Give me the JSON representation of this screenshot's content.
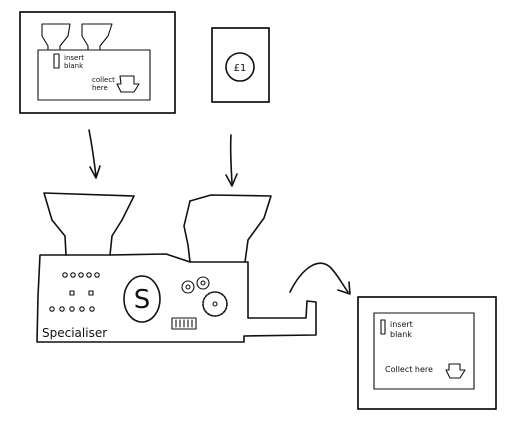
{
  "machine_small": {
    "slot_label": "insert\nblank",
    "collect_label": "collect\nhere"
  },
  "coin": {
    "label": "£1"
  },
  "specialiser": {
    "name": "Specialiser",
    "logo_letter": "S"
  },
  "machine_output": {
    "slot_label": "insert\nblank",
    "collect_label": "Collect here"
  }
}
